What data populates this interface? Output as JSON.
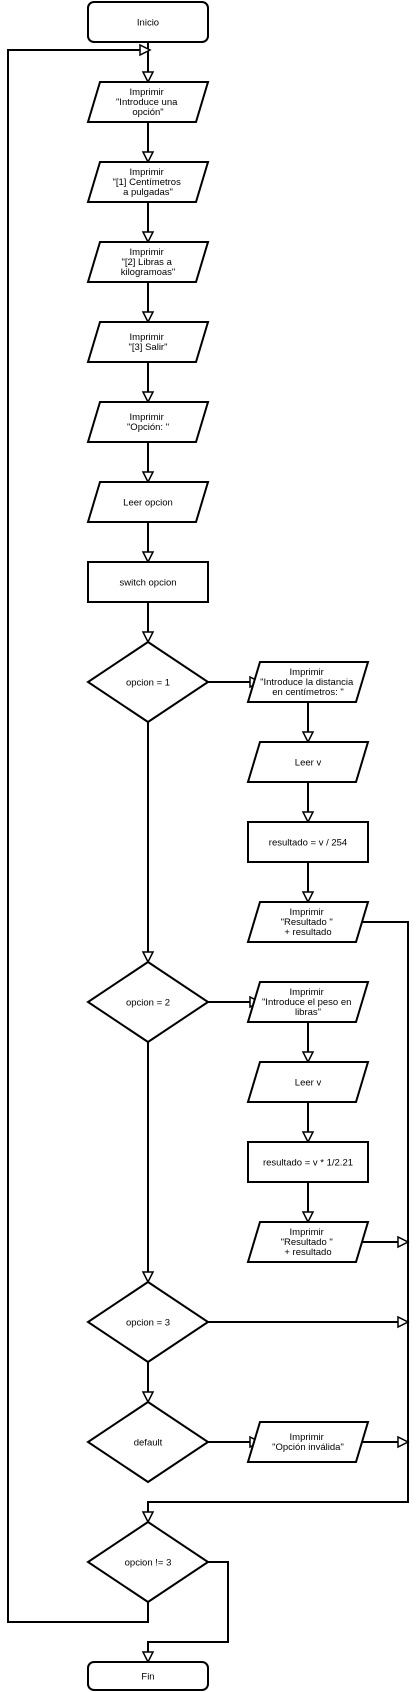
{
  "colors": {
    "stroke": "#000000",
    "fill": "#ffffff",
    "text": "#000000"
  },
  "nodes": {
    "start": "Inicio",
    "p1": [
      "Imprimir",
      "\"Introduce una",
      "opción\""
    ],
    "p2": [
      "Imprimir",
      "\"[1]  Centímetros",
      "a pulgadas\""
    ],
    "p3": [
      "Imprimir",
      "\"[2] Libras a",
      "kilogramoas\""
    ],
    "p4": [
      "Imprimir",
      "\"[3] Salir\""
    ],
    "p5": [
      "Imprimir",
      "\"Opción: \""
    ],
    "read_option": "Leer opcion",
    "switch": "switch opcion",
    "d1": "opcion = 1",
    "c1_print": [
      "Imprimir",
      "\"Introduce la distancia",
      "en centímetros: \""
    ],
    "c1_read": "Leer v",
    "c1_calc": "resultado = v / 254",
    "c1_result": [
      "Imprimir",
      "\"Resultado \"",
      "+ resultado"
    ],
    "d2": "opcion = 2",
    "c2_print": [
      "Imprimir",
      "\"Introduce el peso en",
      "libras\""
    ],
    "c2_read": "Leer v",
    "c2_calc": "resultado = v * 1/2.21",
    "c2_result": [
      "Imprimir",
      "\"Resultado \"",
      "+ resultado"
    ],
    "d3": "opcion = 3",
    "d_default": "default",
    "default_print": [
      "Imprimir",
      "\"Opción inválida\""
    ],
    "loop_check": "opcion != 3",
    "end": "Fin"
  }
}
